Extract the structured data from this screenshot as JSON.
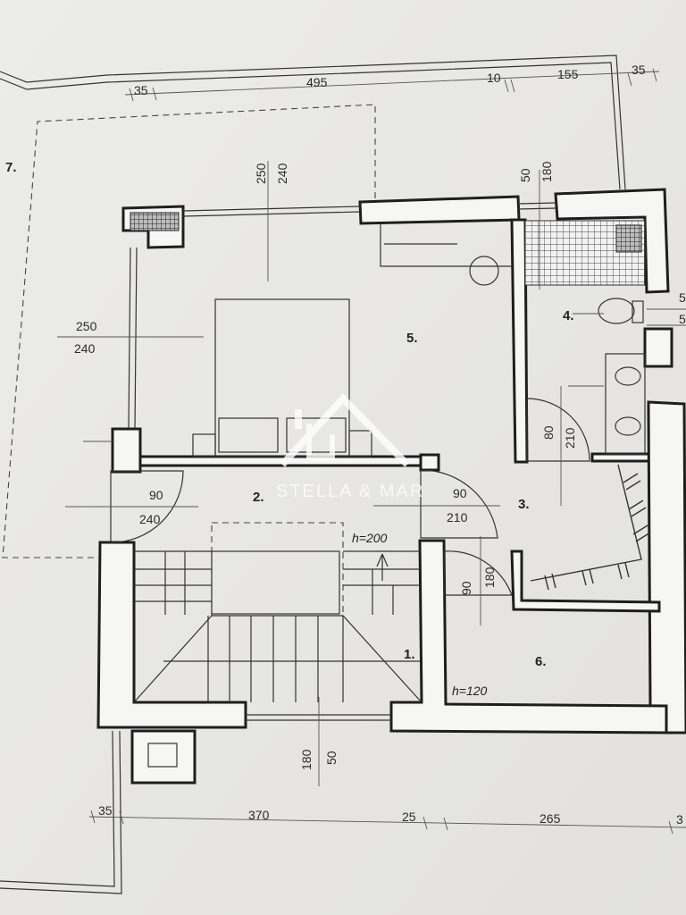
{
  "dimensions": {
    "top": {
      "d1": "35",
      "d2": "495",
      "d3": "10",
      "d4": "155",
      "d5": "35"
    },
    "bottom": {
      "d1": "35",
      "d2": "370",
      "d3": "25",
      "d4": "265",
      "d5": "3"
    },
    "right_edge": {
      "upper": "5",
      "lower": "5"
    },
    "window_top": {
      "width": "250",
      "height": "240"
    },
    "window_left": {
      "width": "250",
      "height": "240"
    },
    "bath_window": {
      "width": "50",
      "height": "180"
    },
    "door_bedroom": {
      "width": "90",
      "height": "240"
    },
    "door_hall": {
      "width": "90",
      "height": "210"
    },
    "door_bath": {
      "width": "80",
      "height": "210"
    },
    "door_storage": {
      "width": "90",
      "height": "180"
    },
    "stair_window": {
      "width": "180",
      "height": "50"
    }
  },
  "rooms": {
    "r2": "2.",
    "r3": "3.",
    "r4": "4.",
    "r5": "5.",
    "r6": "6.",
    "r7": "7.",
    "r1": "1."
  },
  "heights": {
    "stair": "h=200",
    "storage": "h=120"
  },
  "watermark": "STELLA & MAR"
}
